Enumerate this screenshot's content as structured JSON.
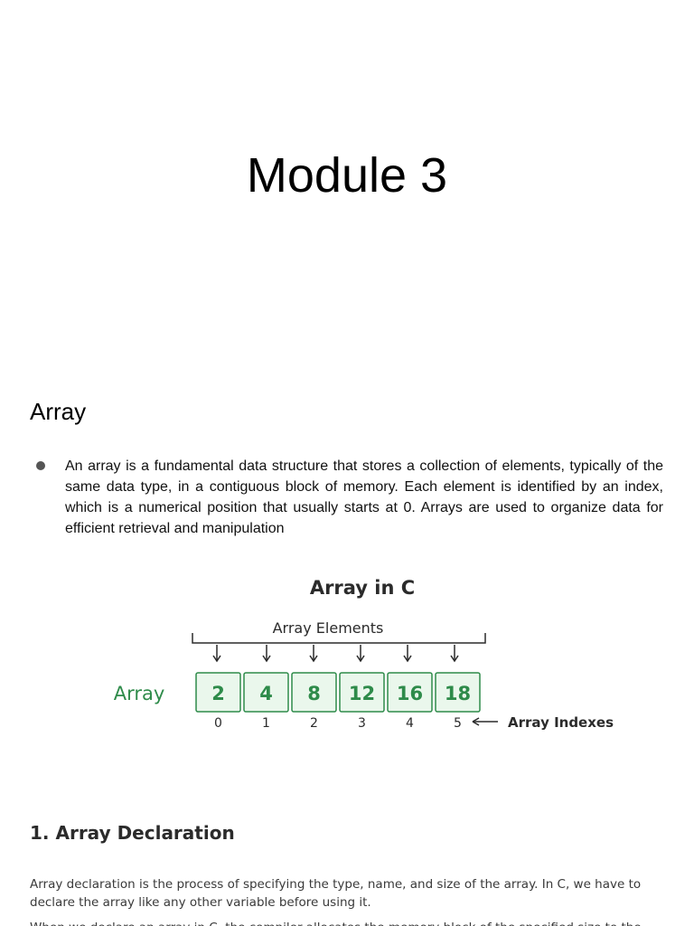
{
  "page_title": "Module 3",
  "section_title": "Array",
  "bullet_text": "An array is a fundamental data structure that stores a collection of elements, typically of the same data type, in a contiguous block of memory. Each element is identified by an index, which is a numerical position that usually starts at 0. Arrays are used to organize data for efficient retrieval and manipulation",
  "figure": {
    "title": "Array in C",
    "elements_label": "Array Elements",
    "array_label": "Array",
    "indexes_label": "Array Indexes",
    "values": [
      "2",
      "4",
      "8",
      "12",
      "16",
      "18"
    ],
    "indexes": [
      "0",
      "1",
      "2",
      "3",
      "4",
      "5"
    ],
    "colors": {
      "green": "#2e8b4a",
      "cell_fill": "#eaf7ec",
      "dark": "#2b2b2b"
    }
  },
  "subsection": {
    "heading": "1. Array Declaration",
    "paragraph": "Array declaration is the process of specifying the type, name, and size of the array. In C, we have to declare the array like any other variable before using it.",
    "next_line": "When we declare an array in C, the compiler allocates the memory block of the specified size to the array name."
  }
}
